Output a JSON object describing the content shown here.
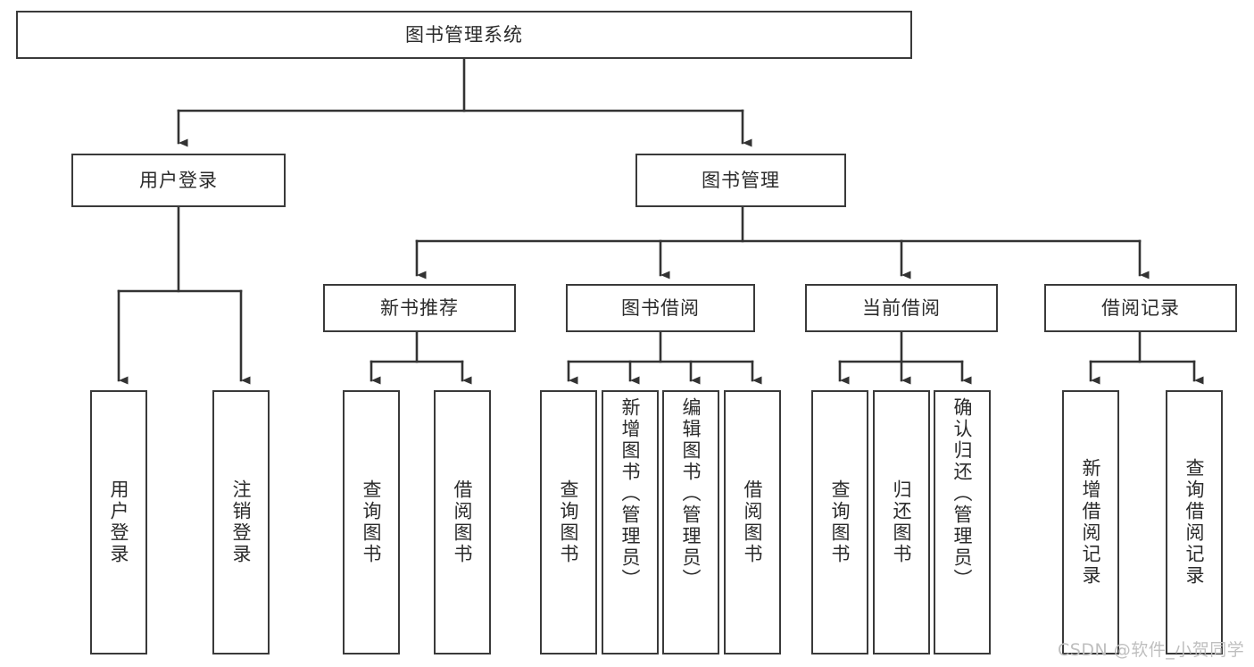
{
  "diagram": {
    "title": "图书管理系统",
    "type": "tree-hierarchy-flowchart",
    "colors": {
      "box_border": "#3a3a3a",
      "box_fill": "#ffffff",
      "connector": "#333333",
      "text": "#2b2b2b",
      "watermark": "#bfbfbf",
      "background": "#ffffff"
    },
    "root": {
      "label": "图书管理系统"
    },
    "level1": [
      {
        "label": "用户登录"
      },
      {
        "label": "图书管理"
      }
    ],
    "level2": [
      {
        "label": "新书推荐"
      },
      {
        "label": "图书借阅"
      },
      {
        "label": "当前借阅"
      },
      {
        "label": "借阅记录"
      }
    ],
    "leaves": {
      "user_login": [
        {
          "label": "用户登录"
        },
        {
          "label": "注销登录"
        }
      ],
      "new_book_recommend": [
        {
          "label": "查询图书"
        },
        {
          "label": "借阅图书"
        }
      ],
      "book_borrow": [
        {
          "label": "查询图书"
        },
        {
          "label": "新增图书（管理员）"
        },
        {
          "label": "编辑图书（管理员）"
        },
        {
          "label": "借阅图书"
        }
      ],
      "current_borrow": [
        {
          "label": "查询图书"
        },
        {
          "label": "归还图书"
        },
        {
          "label": "确认归还（管理员）"
        }
      ],
      "borrow_records": [
        {
          "label": "新增借阅记录"
        },
        {
          "label": "查询借阅记录"
        }
      ]
    },
    "watermark": "CSDN @软件_小贺同学"
  }
}
